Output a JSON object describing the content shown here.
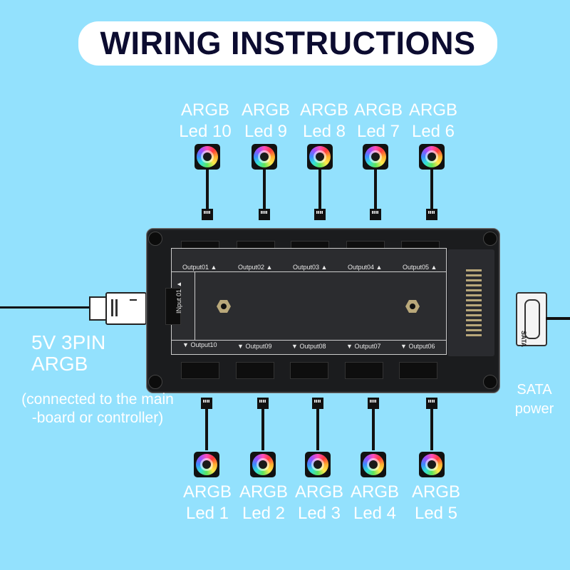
{
  "title": "WIRING INSTRUCTIONS",
  "colors": {
    "background": "#93e1fd",
    "title_text": "#0c0c30",
    "label_text": "#ffffff",
    "hub_body": "#1b1c1e"
  },
  "top_leds": [
    {
      "line1": "ARGB",
      "line2": "Led 10"
    },
    {
      "line1": "ARGB",
      "line2": "Led 9"
    },
    {
      "line1": "ARGB",
      "line2": "Led 8"
    },
    {
      "line1": "ARGB",
      "line2": "Led 7"
    },
    {
      "line1": "ARGB",
      "line2": "Led 6"
    }
  ],
  "bottom_leds": [
    {
      "line1": "ARGB",
      "line2": "Led 1"
    },
    {
      "line1": "ARGB",
      "line2": "Led 2"
    },
    {
      "line1": "ARGB",
      "line2": "Led 3"
    },
    {
      "line1": "ARGB",
      "line2": "Led 4"
    },
    {
      "line1": "ARGB",
      "line2": "Led 5"
    }
  ],
  "hub": {
    "top_outputs": [
      "Output01",
      "Output02",
      "Output03",
      "Output04",
      "Output05"
    ],
    "bottom_outputs": [
      "Output10",
      "Output09",
      "Output08",
      "Output07",
      "Output06"
    ],
    "input_label": "INput 01",
    "arrow_up": "▲",
    "arrow_down": "▼"
  },
  "input": {
    "line1": "5V 3PIN",
    "line2": "ARGB",
    "note1": "(connected to the main",
    "note2": "-board or controller)"
  },
  "sata": {
    "connector_text": "SATA",
    "line1": "SATA",
    "line2": "power"
  }
}
